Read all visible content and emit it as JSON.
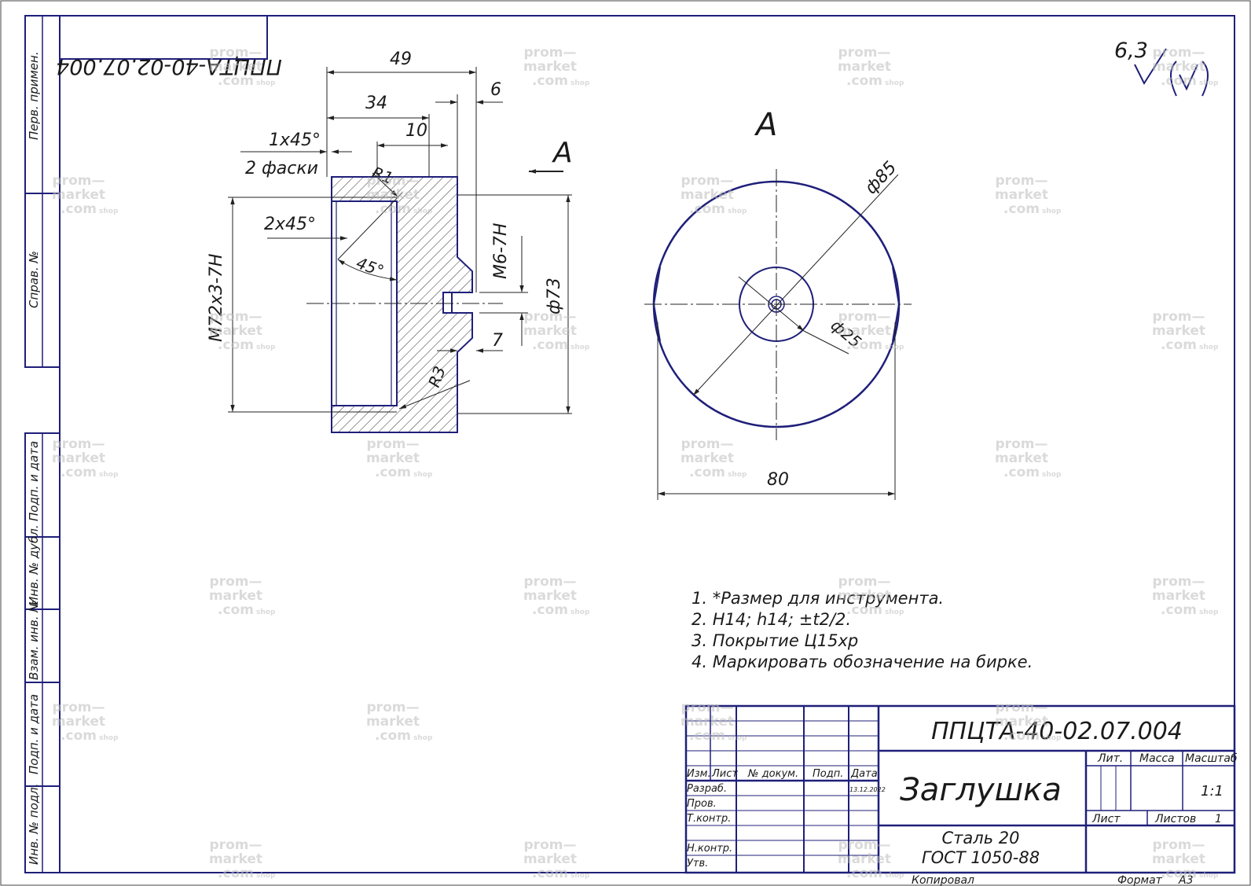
{
  "designation": "ППЦТА-40-02.07.004",
  "designation_mirrored": "ППЦТА-40-02.07.004",
  "part_name": "Заглушка",
  "material_line1": "Сталь 20",
  "material_line2": "ГОСТ 1050-88",
  "surface_roughness": "6,3",
  "view_label": "А",
  "view_arrow_label": "А",
  "dims": {
    "length_49": "49",
    "length_34": "34",
    "length_10": "10",
    "length_6": "6",
    "chamfer_1x45": "1x45°",
    "chamfers_2": "2 фаски",
    "chamfer_2x45": "2x45°",
    "angle_45": "45°",
    "radius_r1": "R1",
    "thread_m72": "М72х3-7Н",
    "thread_m6": "М6-7Н",
    "diameter_73": "ф73",
    "length_7": "7",
    "radius_r3": "R3",
    "diameter_85": "ф85",
    "diameter_25": "ф25",
    "width_80": "80"
  },
  "notes": [
    "1. *Размер для инструмента.",
    "2. Н14; h14; ±t2/2.",
    "3. Покрытие Ц15хр",
    "4. Маркировать обозначение на бирке."
  ],
  "title_block": {
    "col_izm": "Изм.",
    "col_list": "Лист",
    "col_ndokum": "№ докум.",
    "col_podp": "Подп.",
    "col_data": "Дата",
    "row_razrab": "Разраб.",
    "row_prov": "Пров.",
    "row_tkontr": "Т.контр.",
    "row_nkontr": "Н.контр.",
    "row_utv": "Утв.",
    "razrab_date": "13.12.2022",
    "lit_label": "Лит.",
    "massa_label": "Масса",
    "masshtab_label": "Масштаб",
    "masshtab_value": "1:1",
    "list_label": "Лист",
    "listov_label": "Листов",
    "listov_value": "1",
    "kopiroval": "Копировал",
    "format_label": "Формат",
    "format_value": "А3"
  },
  "side_stamp": {
    "perv_primen": "Перв. примен.",
    "sprav_no": "Справ. №",
    "podp_data_1": "Подп. и дата",
    "inv_dubl": "Инв. № дубл.",
    "vzam_inv": "Взам. инв. №",
    "podp_data_2": "Подп. и дата",
    "inv_podl": "Инв. № подл."
  },
  "watermark": {
    "line1": "prom—",
    "line2": "market",
    "line3": ".com",
    "suffix": "shop"
  }
}
